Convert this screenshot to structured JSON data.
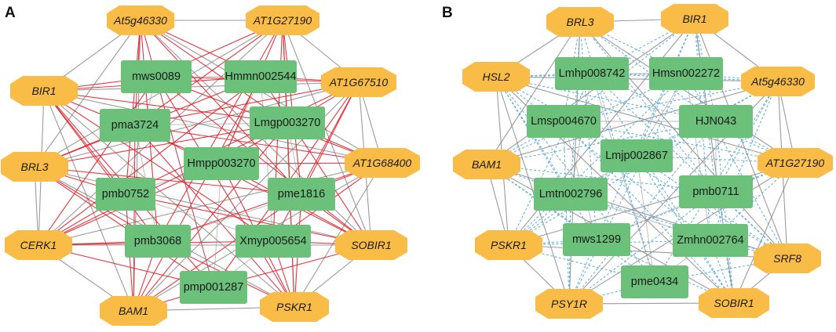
{
  "colors": {
    "octagon_fill": "#F9BC46",
    "box_fill": "#6BC17A",
    "edge_red": "#E2242E",
    "edge_gray": "#8A8A8A",
    "edge_blue": "#59A9DA"
  },
  "panels": [
    {
      "letter": "A",
      "hubs": [
        "At5g46330",
        "AT1G27190",
        "BIR1",
        "AT1G67510",
        "BRL3",
        "AT1G68400",
        "CERK1",
        "SOBIR1",
        "BAM1",
        "PSKR1"
      ],
      "nodes": [
        "mws0089",
        "Hmmn002544",
        "pma3724",
        "Lmgp003270",
        "Hmpp003270",
        "pmb0752",
        "pme1816",
        "pmb3068",
        "Xmyp005654",
        "pmp001287"
      ]
    },
    {
      "letter": "B",
      "hubs": [
        "BRL3",
        "BIR1",
        "HSL2",
        "At5g46330",
        "BAM1",
        "AT1G27190",
        "PSKR1",
        "SRF8",
        "PSY1R",
        "SOBIR1"
      ],
      "nodes": [
        "Lmhp008742",
        "Hmsn002272",
        "Lmsp004670",
        "HJN043",
        "Lmjp002867",
        "Lmtn002796",
        "pmb0711",
        "mws1299",
        "Zmhn002764",
        "pme0434"
      ]
    }
  ]
}
